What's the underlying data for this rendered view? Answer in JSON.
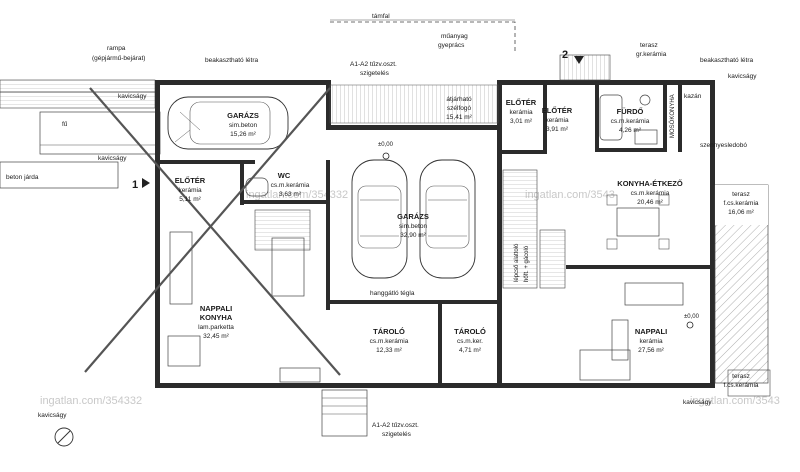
{
  "top_labels": {
    "tamfal": "támfal",
    "rampa_1": "rampa",
    "rampa_2": "(gépjármű-bejárat)",
    "beakaszthato_left": "beakasztható létra",
    "fire_top_1": "A1-A2 tűzv.oszt.",
    "fire_top_2": "szigetelés",
    "muanyag_1": "műanyag",
    "muanyag_2": "gyeprács",
    "terasz_top_1": "terasz",
    "terasz_top_2": "gr.kerámia",
    "beakaszthato_right": "beakasztható létra",
    "kavicsagy": "kavicságy",
    "fu": "fű",
    "beton_jarda": "beton járda",
    "kazan": "kazán",
    "szemnyesledobo": "szennyesledobó",
    "mososkonyha": "MOSÓKONYHA",
    "hanggatlo": "hanggátló tégla",
    "lepcso_1": "lépcső alattoló",
    "lepcso_2": "hőft. + gácoló",
    "fire_bottom_1": "A1-A2 tűzv.oszt.",
    "fire_bottom_2": "szigetelés",
    "level_left": "±0,00",
    "level_right": "±0,00",
    "section_1": "1",
    "section_2": "2"
  },
  "rooms": {
    "garage_small": {
      "name": "GARÁZS",
      "finish": "sim.beton",
      "area": "15,26 m²"
    },
    "eloter_left": {
      "name": "ELŐTÉR",
      "finish": "kerámia",
      "area": "5,11 m²"
    },
    "wc": {
      "name": "WC",
      "finish": "cs.m.kerámia",
      "area": "3,63 m²"
    },
    "nappali_left": {
      "name": "NAPPALI",
      "line2": "KONYHA",
      "finish": "lam.parketta",
      "area": "32,45 m²"
    },
    "garage_big": {
      "name": "GARÁZS",
      "finish": "sim.beton",
      "area": "32,90 m²"
    },
    "atjarhato": {
      "name": "átjárható",
      "line2": "szélfogó",
      "area": "15,41 m²"
    },
    "eloter_mid": {
      "name": "ELŐTÉR",
      "finish": "kerámia",
      "area": "3,01 m²"
    },
    "eloter_right": {
      "name": "ELŐTÉR",
      "finish": "kerámia",
      "area": "3,91 m²"
    },
    "furdo": {
      "name": "FÜRDŐ",
      "finish": "cs.m.kerámia",
      "area": "4,26 m²"
    },
    "konyha": {
      "name": "KONYHA-ÉTKEZŐ",
      "finish": "cs.m.kerámia",
      "area": "20,46 m²"
    },
    "terasz_right": {
      "name": "terasz",
      "finish": "f.cs.kerámia",
      "area": "16,06 m²"
    },
    "nappali_right": {
      "name": "NAPPALI",
      "finish": "kerámia",
      "area": "27,56 m²"
    },
    "tarolo_1": {
      "name": "TÁROLÓ",
      "finish": "cs.m.kerámia",
      "area": "12,33 m²"
    },
    "tarolo_2": {
      "name": "TÁROLÓ",
      "finish": "cs.m.ker.",
      "area": "4,71 m²"
    },
    "terasz_br": {
      "name": "terasz",
      "finish": "f.cs.kerámia"
    }
  },
  "watermarks": {
    "left": "ingatlan.com/354332",
    "right": "ingatlan.com/3543"
  }
}
